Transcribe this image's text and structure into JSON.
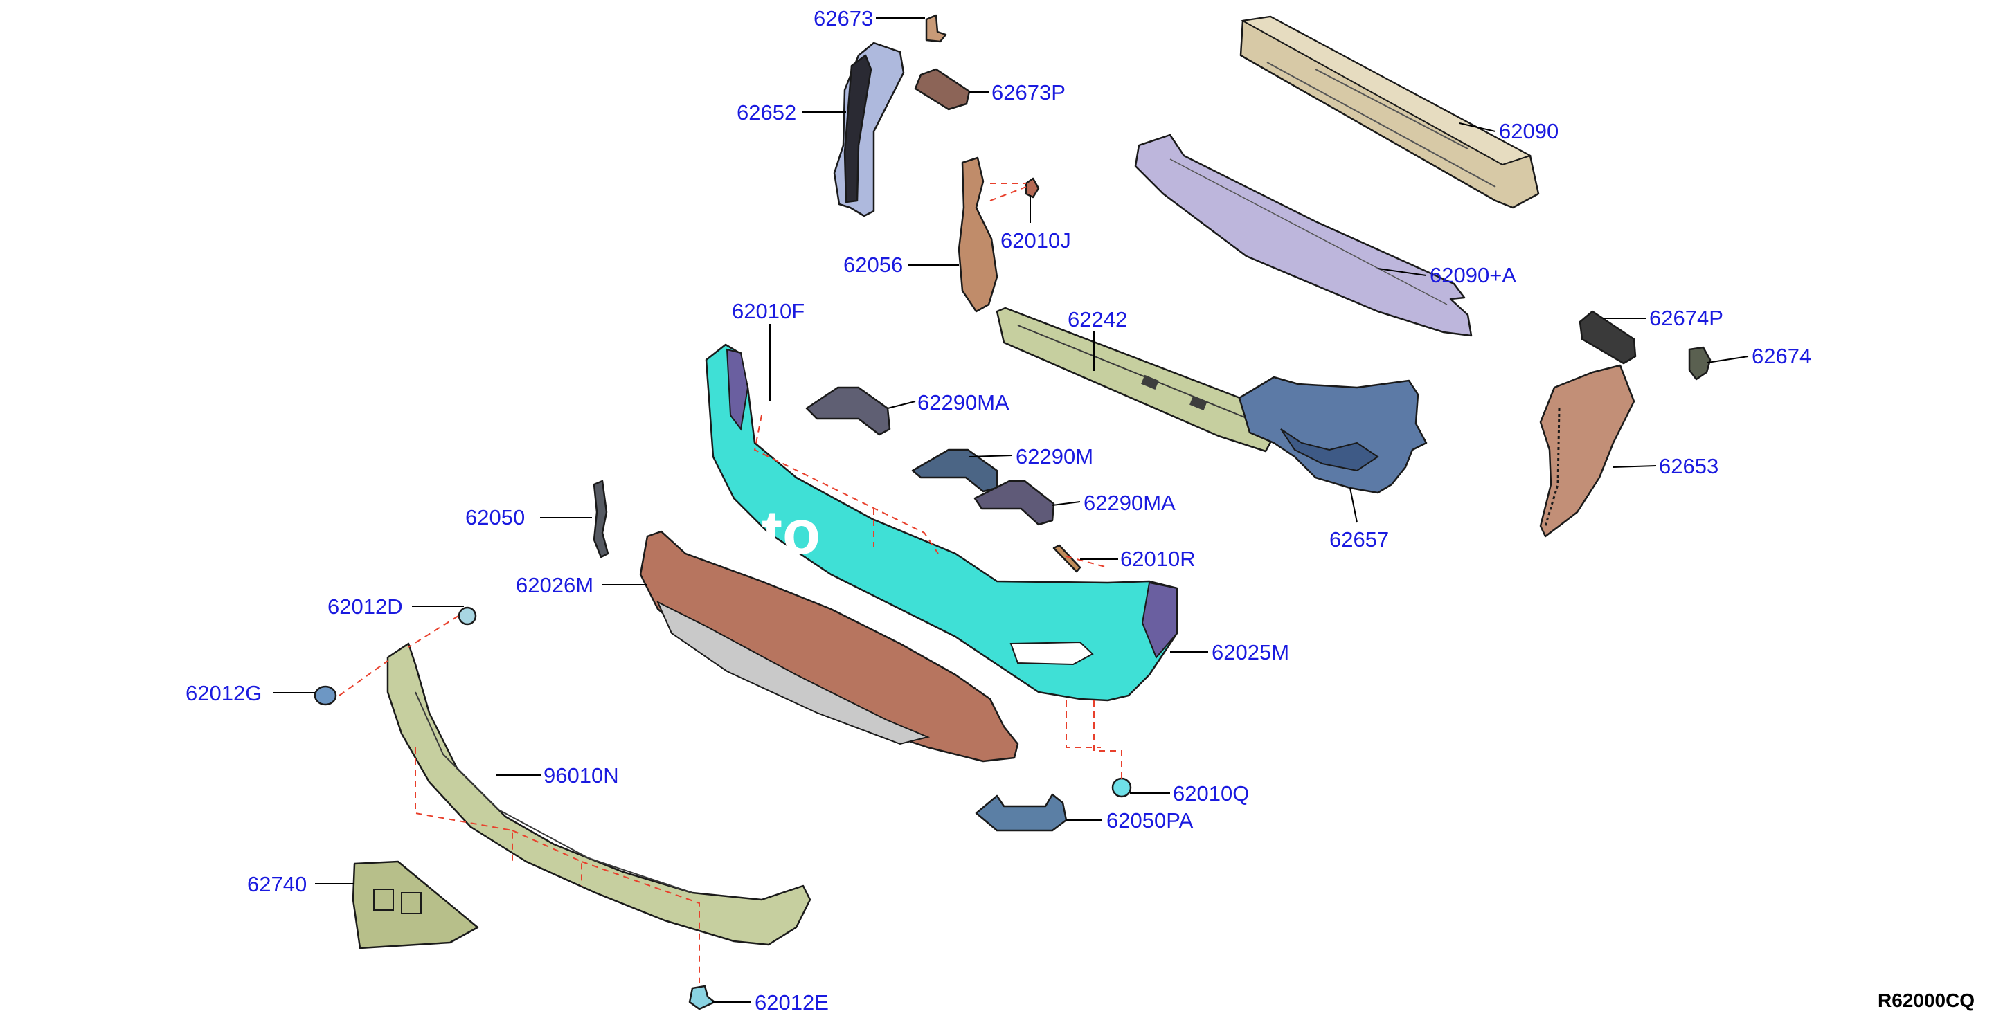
{
  "diagram_code": "R62000CQ",
  "watermark": "to",
  "callouts": [
    {
      "id": "62673",
      "label": "62673"
    },
    {
      "id": "62673P",
      "label": "62673P"
    },
    {
      "id": "62652",
      "label": "62652"
    },
    {
      "id": "62090",
      "label": "62090"
    },
    {
      "id": "62010J",
      "label": "62010J"
    },
    {
      "id": "62056",
      "label": "62056"
    },
    {
      "id": "62090A",
      "label": "62090+A"
    },
    {
      "id": "62010F",
      "label": "62010F"
    },
    {
      "id": "62242",
      "label": "62242"
    },
    {
      "id": "62674P",
      "label": "62674P"
    },
    {
      "id": "62674",
      "label": "62674"
    },
    {
      "id": "62290MA_top",
      "label": "62290MA"
    },
    {
      "id": "62290M",
      "label": "62290M"
    },
    {
      "id": "62653",
      "label": "62653"
    },
    {
      "id": "62290MA_bot",
      "label": "62290MA"
    },
    {
      "id": "62050",
      "label": "62050"
    },
    {
      "id": "62657",
      "label": "62657"
    },
    {
      "id": "62010R",
      "label": "62010R"
    },
    {
      "id": "62026M",
      "label": "62026M"
    },
    {
      "id": "62012D",
      "label": "62012D"
    },
    {
      "id": "62025M",
      "label": "62025M"
    },
    {
      "id": "62012G",
      "label": "62012G"
    },
    {
      "id": "96010N",
      "label": "96010N"
    },
    {
      "id": "62010Q",
      "label": "62010Q"
    },
    {
      "id": "62050PA",
      "label": "62050PA"
    },
    {
      "id": "62740",
      "label": "62740"
    },
    {
      "id": "62012E",
      "label": "62012E"
    }
  ],
  "colors": {
    "callout_text": "#1a1adf",
    "dashed_guides": "#e8402c",
    "bumper_fascia": "#3fe0d6",
    "reinforcement": "#d7c9a6",
    "absorber": "#bdb6dc",
    "lower_cover": "#b7755f",
    "under_cover": "#c6cf9f",
    "bracket_blue": "#6f85aa",
    "fender_bracket": "#c28f77"
  }
}
